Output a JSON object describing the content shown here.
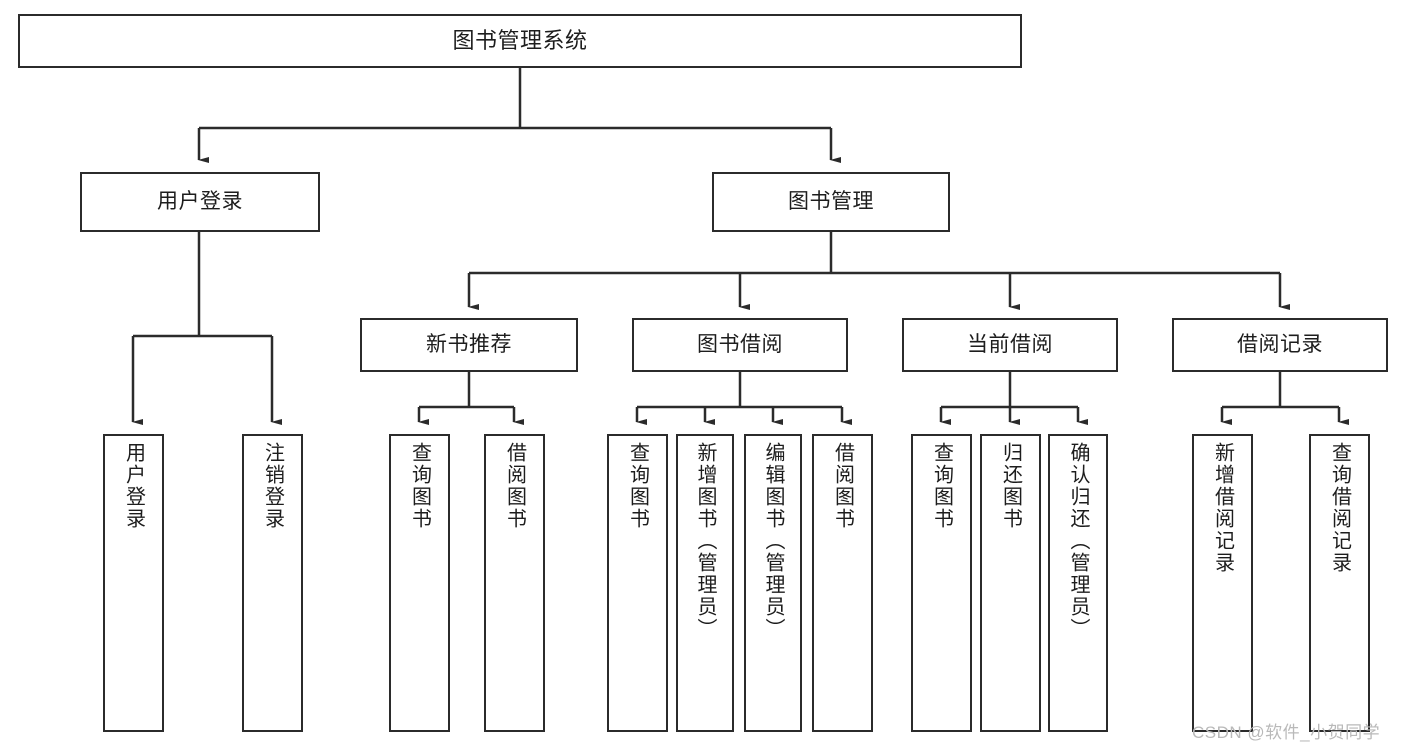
{
  "diagram": {
    "title": "图书管理系统",
    "type": "hierarchy-tree",
    "levels": [
      {
        "level": 1,
        "nodes": [
          {
            "id": "root",
            "label": "图书管理系统",
            "orientation": "horizontal"
          }
        ]
      },
      {
        "level": 2,
        "nodes": [
          {
            "id": "user-login",
            "label": "用户登录",
            "orientation": "horizontal"
          },
          {
            "id": "book-management",
            "label": "图书管理",
            "orientation": "horizontal"
          }
        ]
      },
      {
        "level": 3,
        "nodes": [
          {
            "id": "new-book-recommend",
            "label": "新书推荐",
            "orientation": "horizontal"
          },
          {
            "id": "book-borrow",
            "label": "图书借阅",
            "orientation": "horizontal"
          },
          {
            "id": "current-borrow",
            "label": "当前借阅",
            "orientation": "horizontal"
          },
          {
            "id": "borrow-record",
            "label": "借阅记录",
            "orientation": "horizontal"
          }
        ]
      },
      {
        "level": 4,
        "nodes": [
          {
            "id": "leaf-user-login",
            "label": "用户登录",
            "orientation": "vertical",
            "parent": "user-login"
          },
          {
            "id": "leaf-user-logout",
            "label": "注销登录",
            "orientation": "vertical",
            "parent": "user-login"
          },
          {
            "id": "leaf-query-book-1",
            "label": "查询图书",
            "orientation": "vertical",
            "parent": "new-book-recommend"
          },
          {
            "id": "leaf-borrow-book-1",
            "label": "借阅图书",
            "orientation": "vertical",
            "parent": "new-book-recommend"
          },
          {
            "id": "leaf-query-book-2",
            "label": "查询图书",
            "orientation": "vertical",
            "parent": "book-borrow"
          },
          {
            "id": "leaf-add-book",
            "label": "新增图书（管理员）",
            "orientation": "vertical",
            "parent": "book-borrow"
          },
          {
            "id": "leaf-edit-book",
            "label": "编辑图书（管理员）",
            "orientation": "vertical",
            "parent": "book-borrow"
          },
          {
            "id": "leaf-borrow-book-2",
            "label": "借阅图书",
            "orientation": "vertical",
            "parent": "book-borrow"
          },
          {
            "id": "leaf-query-book-3",
            "label": "查询图书",
            "orientation": "vertical",
            "parent": "current-borrow"
          },
          {
            "id": "leaf-return-book",
            "label": "归还图书",
            "orientation": "vertical",
            "parent": "current-borrow"
          },
          {
            "id": "leaf-confirm-return",
            "label": "确认归还（管理员）",
            "orientation": "vertical",
            "parent": "current-borrow"
          },
          {
            "id": "leaf-add-record",
            "label": "新增借阅记录",
            "orientation": "vertical",
            "parent": "borrow-record"
          },
          {
            "id": "leaf-query-record",
            "label": "查询借阅记录",
            "orientation": "vertical",
            "parent": "borrow-record"
          }
        ]
      }
    ],
    "colors": {
      "stroke": "#2b2b2b",
      "fill": "#ffffff",
      "text": "#1d1d1d",
      "watermark": "#b9b9b9"
    }
  },
  "watermark": {
    "text": "CSDN @软件_小贺同学"
  }
}
